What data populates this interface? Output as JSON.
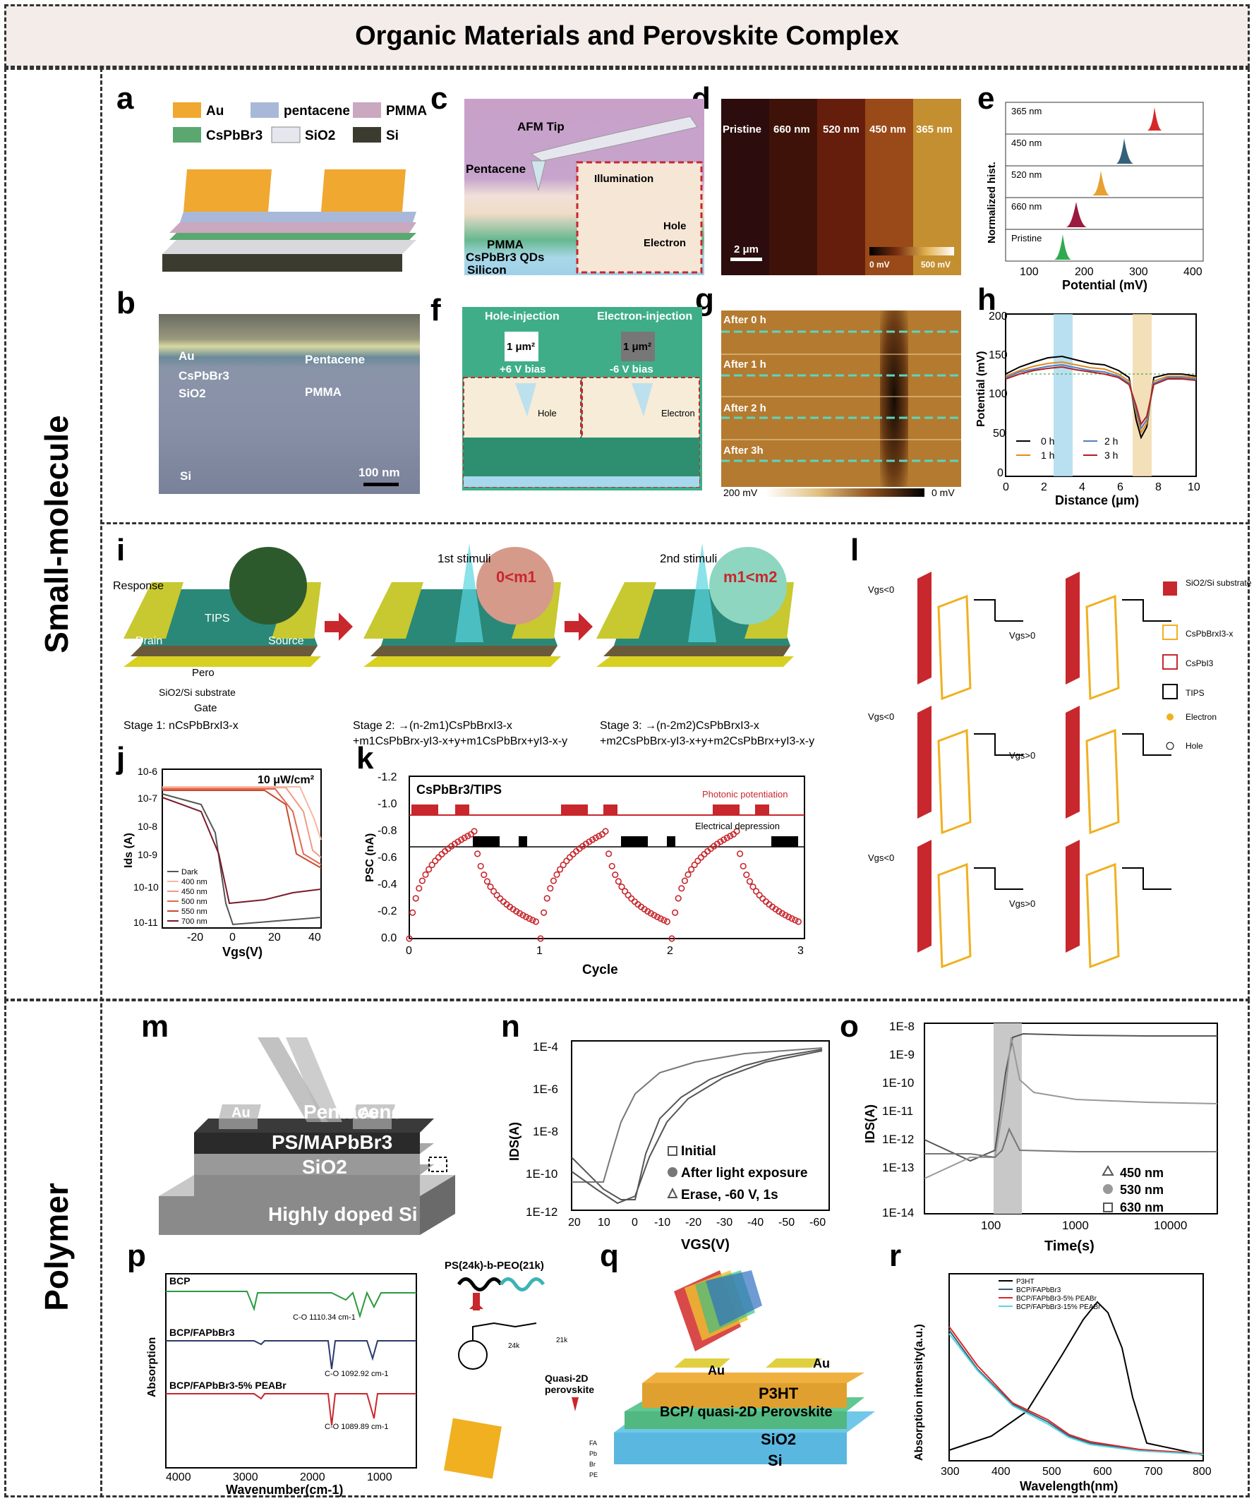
{
  "title": "Organic Materials and Perovskite Complex",
  "sections": {
    "small_molecule": "Small-molecule",
    "polymer": "Polymer"
  },
  "panel_labels": [
    "a",
    "b",
    "c",
    "d",
    "e",
    "f",
    "g",
    "h",
    "i",
    "j",
    "k",
    "l",
    "m",
    "n",
    "o",
    "p",
    "q",
    "r"
  ],
  "a": {
    "legend": [
      "Au",
      "pentacene",
      "PMMA",
      "CsPbBr3",
      "SiO2",
      "Si"
    ]
  },
  "b": {
    "labels": [
      "Au",
      "Pentacene",
      "CsPbBr3",
      "PMMA",
      "SiO2",
      "Si"
    ],
    "scale": "100 nm"
  },
  "c": {
    "labels": [
      "AFM Tip",
      "Pentacene",
      "PMMA",
      "CsPbBr3 QDs",
      "Silicon",
      "Illumination",
      "Hole",
      "Electron"
    ]
  },
  "d": {
    "labels": [
      "Pristine",
      "660 nm",
      "520 nm",
      "450 nm",
      "365 nm"
    ],
    "scale": "2 μm",
    "colorbar": [
      "0 mV",
      "500 mV"
    ]
  },
  "e": {
    "rows": [
      "365 nm",
      "450 nm",
      "520 nm",
      "660 nm",
      "Pristine"
    ],
    "ylabel": "Normalized hist.",
    "xlabel": "Potential (mV)",
    "xticks": [
      "100",
      "200",
      "300",
      "400"
    ]
  },
  "f": {
    "left": "Hole-injection",
    "right": "Electron-injection",
    "area": "1 μm²",
    "bias_left": "+6 V bias",
    "bias_right": "-6 V bias",
    "hole": "Hole",
    "electron": "Electron"
  },
  "g": {
    "rows": [
      "After 0 h",
      "After 1 h",
      "After 2 h",
      "After 3h"
    ],
    "colorbar": [
      "200 mV",
      "0 mV"
    ]
  },
  "h": {
    "ylabel": "Potential (mV)",
    "xlabel": "Distance (μm)",
    "xticks": [
      "0",
      "2",
      "4",
      "6",
      "8",
      "10"
    ],
    "yticks": [
      "0",
      "50",
      "100",
      "150",
      "200"
    ],
    "legend": [
      "0 h",
      "1 h",
      "2 h",
      "3 h"
    ]
  },
  "i": {
    "labels": [
      "Response",
      "Drain",
      "TIPS",
      "Source",
      "Pero",
      "SiO2/Si substrate",
      "Gate"
    ],
    "stimuli1": "1st stimuli",
    "stimuli2": "2nd stimuli",
    "m1": "0<m1",
    "m2": "m1<m2",
    "stage1": "Stage 1: nCsPbBrxI3-x",
    "stage2a": "Stage 2: →(n-2m1)CsPbBrxI3-x",
    "stage2b": "+m1CsPbBrx-yI3-x+y+m1CsPbBrx+yI3-x-y",
    "stage3a": "Stage 3: →(n-2m2)CsPbBrxI3-x",
    "stage3b": "+m2CsPbBrx-yI3-x+y+m2CsPbBrx+yI3-x-y"
  },
  "j": {
    "annotation": "10 μW/cm²",
    "ylabel": "Ids (A)",
    "xlabel": "Vgs(V)",
    "xticks": [
      "-20",
      "0",
      "20",
      "40"
    ],
    "yticks": [
      "10-6",
      "10-7",
      "10-8",
      "10-9",
      "10-10",
      "10-11"
    ],
    "legend": [
      "Dark",
      "400 nm",
      "450 nm",
      "500 nm",
      "550 nm",
      "700 nm"
    ]
  },
  "k": {
    "title": "CsPbBr3/TIPS",
    "photonic": "Photonic potentiation",
    "electrical": "Electrical depression",
    "ylabel": "PSC (nA)",
    "xlabel": "Cycle",
    "xticks": [
      "0",
      "1",
      "2",
      "3"
    ],
    "yticks": [
      "-1.2",
      "-1.0",
      "-0.8",
      "-0.6",
      "-0.4",
      "-0.2",
      "0.0"
    ]
  },
  "l": {
    "legend": [
      "SiO2/Si substrate",
      "CsPbBrxI3-x",
      "CsPbI3",
      "TIPS",
      "Electron",
      "Hole"
    ],
    "vneg": "Vgs<0",
    "vpos": "Vgs>0"
  },
  "m": {
    "labels": [
      "Au",
      "Au",
      "Pentacene",
      "PS/MAPbBr3",
      "SiO2",
      "Highly doped Si"
    ]
  },
  "n": {
    "ylabel": "IDS(A)",
    "xlabel": "VGS(V)",
    "xticks": [
      "20",
      "10",
      "0",
      "-10",
      "-20",
      "-30",
      "-40",
      "-50",
      "-60"
    ],
    "yticks": [
      "1E-4",
      "1E-6",
      "1E-8",
      "1E-10",
      "1E-12"
    ],
    "legend": [
      "Initial",
      "After light exposure",
      "Erase, -60 V, 1s"
    ]
  },
  "o": {
    "ylabel": "IDS(A)",
    "xlabel": "Time(s)",
    "xticks": [
      "100",
      "1000",
      "10000"
    ],
    "yticks": [
      "1E-8",
      "1E-9",
      "1E-10",
      "1E-11",
      "1E-12",
      "1E-13",
      "1E-14"
    ],
    "legend": [
      "450 nm",
      "530 nm",
      "630 nm"
    ]
  },
  "p": {
    "traces": [
      "BCP",
      "BCP/FAPbBr3",
      "BCP/FAPbBr3-5% PEABr"
    ],
    "peaks": [
      "C-O 1110.34 cm-1",
      "C-O 1092.92 cm-1",
      "C-O 1089.89 cm-1"
    ],
    "ylabel": "Absorption",
    "xlabel": "Wavenumber(cm-1)",
    "xticks": [
      "4000",
      "3000",
      "2000",
      "1000"
    ],
    "polymer": "PS(24k)-b-PEO(21k)",
    "quasi": "Quasi-2D perovskite",
    "sub24": "24k",
    "sub21": "21k",
    "legend": [
      "FA",
      "Pb",
      "Br",
      "PE"
    ]
  },
  "q": {
    "labels": [
      "Au",
      "Au",
      "P3HT",
      "BCP/ quasi-2D Perovskite",
      "SiO2",
      "Si"
    ]
  },
  "r": {
    "ylabel": "Absorption intensity(a.u.)",
    "xlabel": "Wavelength(nm)",
    "xticks": [
      "300",
      "400",
      "500",
      "600",
      "700",
      "800"
    ],
    "legend": [
      "P3HT",
      "BCP/FAPbBr3",
      "BCP/FAPbBr3-5% PEABr",
      "BCP/FAPbBr3-15% PEABr"
    ]
  },
  "colors": {
    "au": "#f0a830",
    "pentacene": "#a9b8d8",
    "pmma": "#c9a8c0",
    "cspbbr3": "#5aa870",
    "sio2": "#e6e6ee",
    "si": "#3b3b30",
    "red": "#c8272d",
    "teal": "#3cb4b4"
  }
}
